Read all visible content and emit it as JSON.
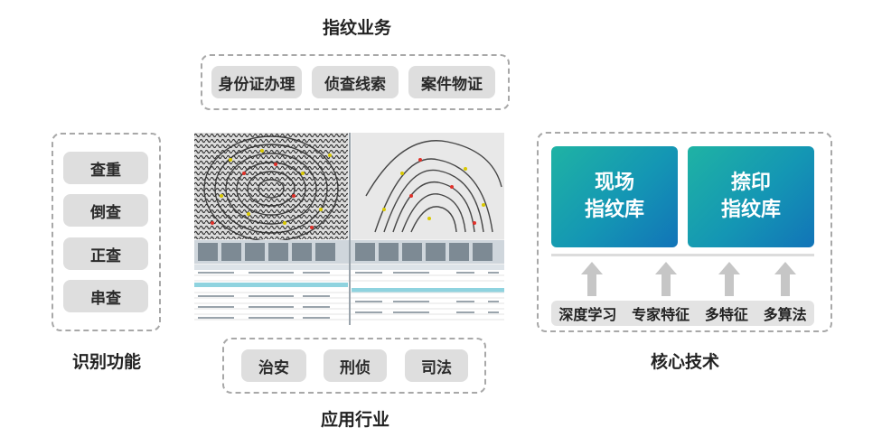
{
  "business": {
    "title": "指纹业务",
    "items": [
      "身份证办理",
      "侦查线索",
      "案件物证"
    ]
  },
  "functions": {
    "title": "识别功能",
    "items": [
      "查重",
      "倒查",
      "正查",
      "串查"
    ]
  },
  "industries": {
    "title": "应用行业",
    "items": [
      "治安",
      "刑侦",
      "司法"
    ]
  },
  "core_tech": {
    "title": "核心技术",
    "databases": [
      {
        "line1": "现场",
        "line2": "指纹库"
      },
      {
        "line1": "捺印",
        "line2": "指纹库"
      }
    ],
    "techniques": [
      "深度学习",
      "专家特征",
      "多特征",
      "多算法"
    ]
  },
  "colors": {
    "db_gradient_start": "#1fb3a4",
    "db_gradient_end": "#1274b8",
    "pill_bg": "#dedede",
    "dashed_border": "#a8a8a8",
    "arrow": "#c6c6c6",
    "highlight_row": "#8fd3df"
  }
}
